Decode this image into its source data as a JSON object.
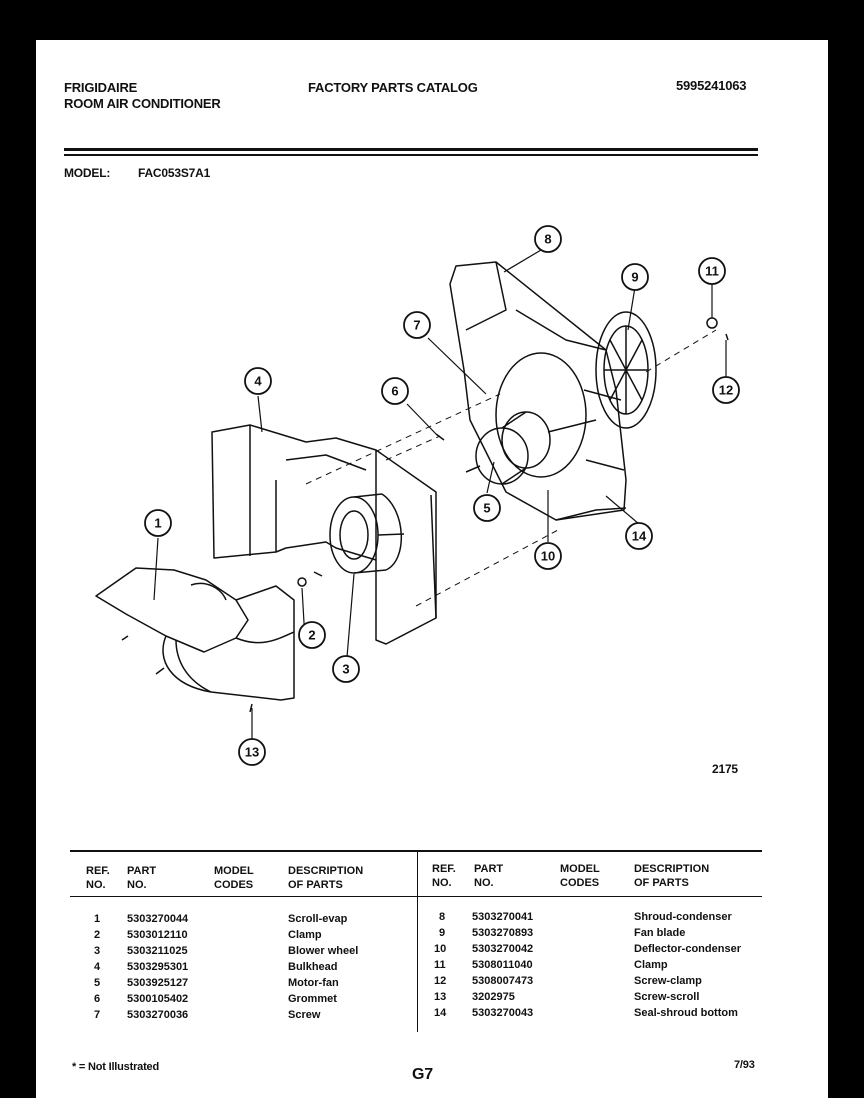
{
  "header": {
    "brand": "FRIGIDAIRE",
    "product": "ROOM AIR CONDITIONER",
    "catalog_title": "FACTORY PARTS CATALOG",
    "doc_number": "5995241063"
  },
  "model": {
    "label": "MODEL:",
    "value": "FAC053S7A1"
  },
  "diagram": {
    "figure_number": "2175",
    "callouts": [
      "1",
      "2",
      "3",
      "4",
      "5",
      "6",
      "7",
      "8",
      "9",
      "10",
      "11",
      "12",
      "13",
      "14"
    ]
  },
  "table": {
    "headers": {
      "ref": "REF.\nNO.",
      "part": "PART\nNO.",
      "codes": "MODEL\nCODES",
      "desc": "DESCRIPTION\nOF PARTS"
    },
    "left_rows": [
      {
        "ref": "1",
        "part": "5303270044",
        "codes": "",
        "desc": "Scroll-evap"
      },
      {
        "ref": "2",
        "part": "5303012110",
        "codes": "",
        "desc": "Clamp"
      },
      {
        "ref": "3",
        "part": "5303211025",
        "codes": "",
        "desc": "Blower wheel"
      },
      {
        "ref": "4",
        "part": "5303295301",
        "codes": "",
        "desc": "Bulkhead"
      },
      {
        "ref": "5",
        "part": "5303925127",
        "codes": "",
        "desc": "Motor-fan"
      },
      {
        "ref": "6",
        "part": "5300105402",
        "codes": "",
        "desc": "Grommet"
      },
      {
        "ref": "7",
        "part": "5303270036",
        "codes": "",
        "desc": "Screw"
      }
    ],
    "right_rows": [
      {
        "ref": "8",
        "part": "5303270041",
        "codes": "",
        "desc": "Shroud-condenser"
      },
      {
        "ref": "9",
        "part": "5303270893",
        "codes": "",
        "desc": "Fan blade"
      },
      {
        "ref": "10",
        "part": "5303270042",
        "codes": "",
        "desc": "Deflector-condenser"
      },
      {
        "ref": "11",
        "part": "5308011040",
        "codes": "",
        "desc": "Clamp"
      },
      {
        "ref": "12",
        "part": "5308007473",
        "codes": "",
        "desc": "Screw-clamp"
      },
      {
        "ref": "13",
        "part": "3202975",
        "codes": "",
        "desc": "Screw-scroll"
      },
      {
        "ref": "14",
        "part": "5303270043",
        "codes": "",
        "desc": "Seal-shroud bottom"
      }
    ]
  },
  "footer": {
    "note": "* = Not Illustrated",
    "page_code": "G7",
    "date": "7/93"
  }
}
